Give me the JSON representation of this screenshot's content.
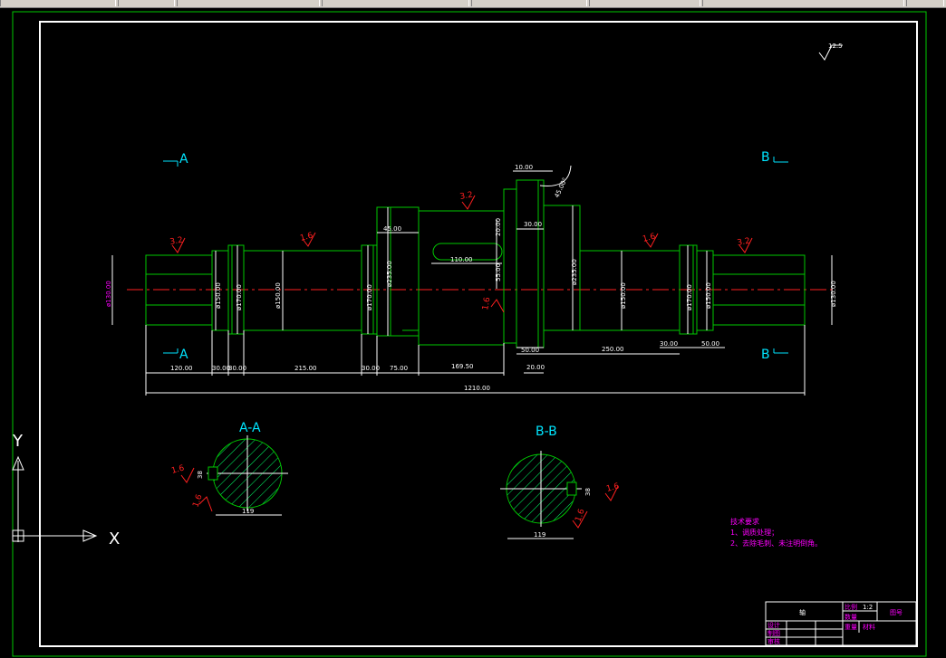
{
  "toolbar_segments": 8,
  "colors": {
    "background": "#000000",
    "border": "#ffffff",
    "geometry": "#00c800",
    "dimension": "#ffffff",
    "centerline": "#ff2020",
    "roughness": "#ff2020",
    "section_label": "#00e5ff",
    "notes": "#ff00ff",
    "hatch": "#00ff66"
  },
  "roughness_symbols": {
    "general": "12.5",
    "shaft_ends": "3.2",
    "bearing_seats": "1.6",
    "gear_face": "3.2",
    "keyway": "1.6"
  },
  "section_markers": {
    "left": "A",
    "right": "B"
  },
  "section_views": {
    "a": "A-A",
    "b": "B-B"
  },
  "dimensions": {
    "horizontal": {
      "d120": "120.00",
      "d30a": "30.00",
      "d30b": "30.00",
      "d215": "215.00",
      "d30c": "30.00",
      "d75": "75.00",
      "d169": "169.50",
      "d20": "20.00",
      "d50a": "50.00",
      "d250": "250.00",
      "d30d": "30.00",
      "d50b": "50.00",
      "total": "1210.00",
      "top10": "10.00",
      "hub45": "45.00",
      "key110": "110.00",
      "gear30": "30.00",
      "sec_a": "119",
      "sec_b": "119"
    },
    "vertical": {
      "left_end": "ø130.00",
      "bearing_l": "ø150.00",
      "shoulder_l": "ø170.00",
      "body_l": "ø150.00",
      "collar_l": "ø170.00",
      "hub": "ø235.00",
      "key_depth": "20.00",
      "key_h": "55.00",
      "gear_dia": "ø235.00",
      "body_r": "ø150.00",
      "collar_r": "ø170.00",
      "bearing_r": "ø150.00",
      "right_end": "ø130.00",
      "sec_a_depth": "38",
      "sec_b_depth": "38"
    },
    "angle": "45.00°"
  },
  "tech_notes": {
    "title": "技术要求",
    "line1": "1、调质处理；",
    "line2": "2、去除毛刺、未注明倒角。"
  },
  "title_block": {
    "part_name": "轴",
    "scale_label": "比例",
    "scale_value": "1:2",
    "qty_label": "数量",
    "drawing_no": "图号",
    "material_label": "材料",
    "row_design": "设计",
    "row_draw": "制图",
    "row_check": "审核",
    "weight_label": "重量"
  },
  "ucs": {
    "x": "X",
    "y": "Y"
  }
}
